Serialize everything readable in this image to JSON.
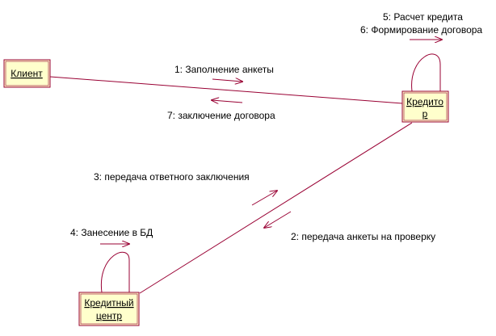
{
  "colors": {
    "object_fill": "#ffffcc",
    "object_border": "#990033",
    "link": "#990033",
    "arrow": "#990033",
    "text": "#000000"
  },
  "objects": {
    "client": {
      "line1": "Клиент"
    },
    "creditor": {
      "line1": "Кредито",
      "line2": "р"
    },
    "center": {
      "line1": "Кредитный",
      "line2": "центр"
    }
  },
  "messages": {
    "m1": "1: Заполнение анкеты",
    "m2": "2: передача анкеты на проверку",
    "m3": "3: передача ответного заключения",
    "m4": "4: Занесение в БД",
    "m5": "5: Расчет кредита",
    "m6": "6: Формирование договора",
    "m7": "7: заключение договора"
  }
}
